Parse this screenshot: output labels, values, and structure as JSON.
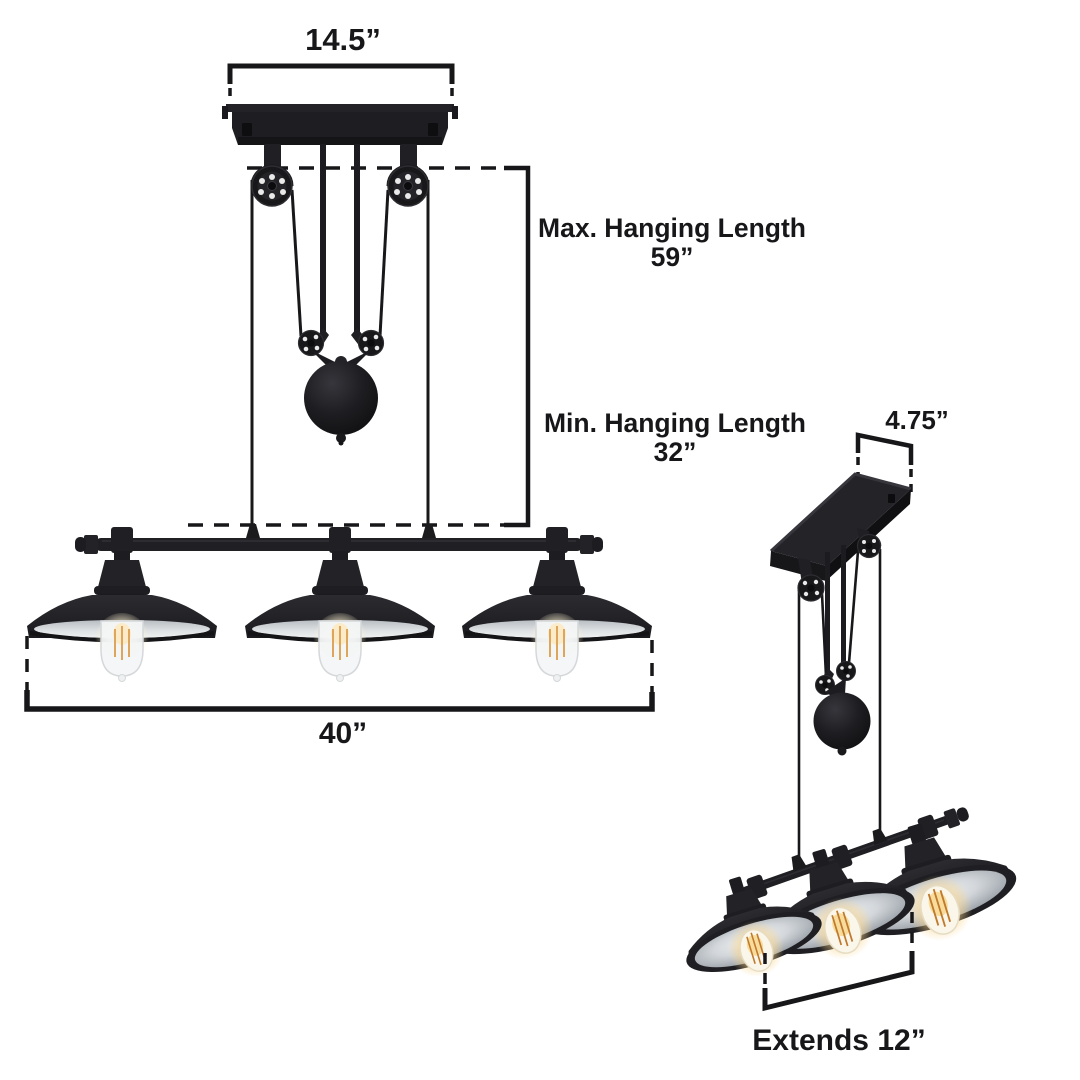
{
  "diagram": {
    "front_view": {
      "canopy_width_label": "14.5”",
      "max_hanging_length_label": "Max. Hanging Length",
      "max_hanging_length_value": "59”",
      "min_hanging_length_label": "Min. Hanging Length",
      "min_hanging_length_value": "32”",
      "fixture_width_label": "40”"
    },
    "perspective_view": {
      "canopy_depth_label": "4.75”",
      "extends_label": "Extends 12”"
    },
    "colors": {
      "background": "#ffffff",
      "line_and_text": "#17171a",
      "fixture_black": "#1e1e22",
      "shade_interior_silver": "#cfd4d8",
      "bulb_glow_warm": "#f5c96f"
    }
  }
}
